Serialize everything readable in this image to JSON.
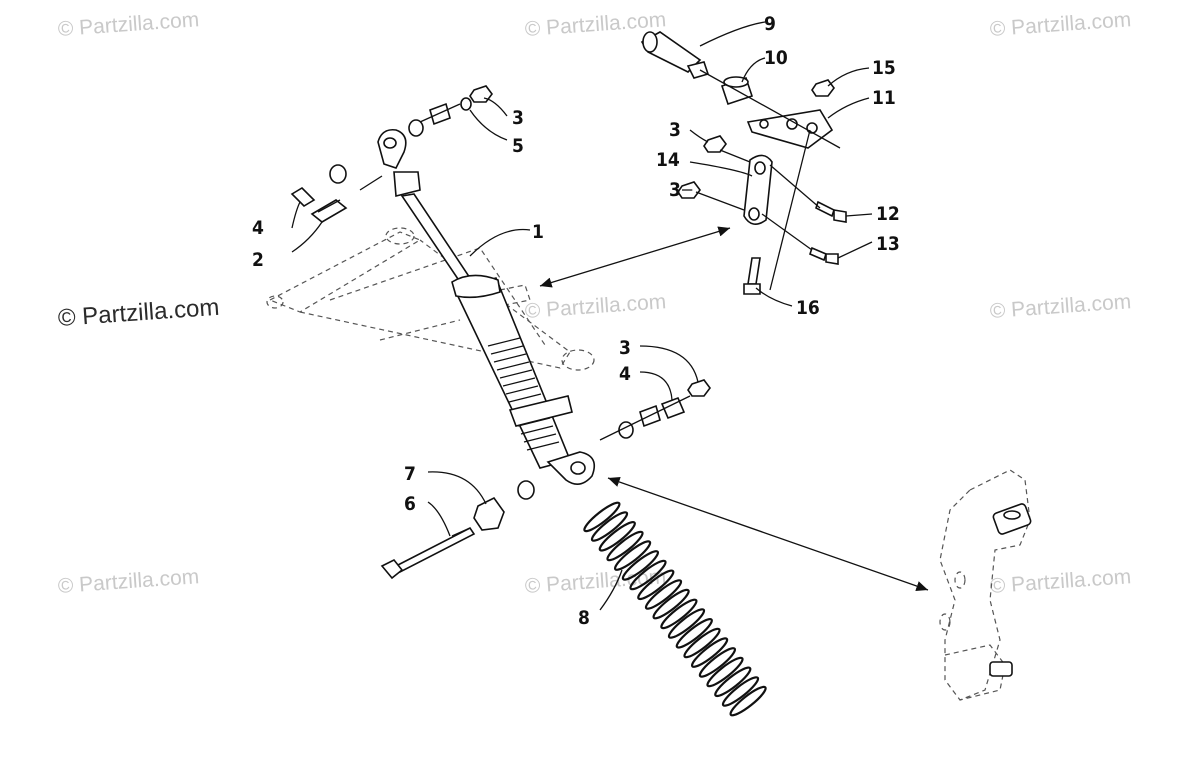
{
  "watermarks": {
    "main": "© Partzilla.com",
    "faint": "© Partzilla.com"
  },
  "callouts": {
    "p1": "1",
    "p2": "2",
    "p3a": "3",
    "p3b": "3",
    "p3c": "3",
    "p3d": "3",
    "p4a": "4",
    "p4b": "4",
    "p5": "5",
    "p6": "6",
    "p7": "7",
    "p8": "8",
    "p9": "9",
    "p10": "10",
    "p11": "11",
    "p12": "12",
    "p13": "13",
    "p14": "14",
    "p15": "15",
    "p16": "16"
  }
}
